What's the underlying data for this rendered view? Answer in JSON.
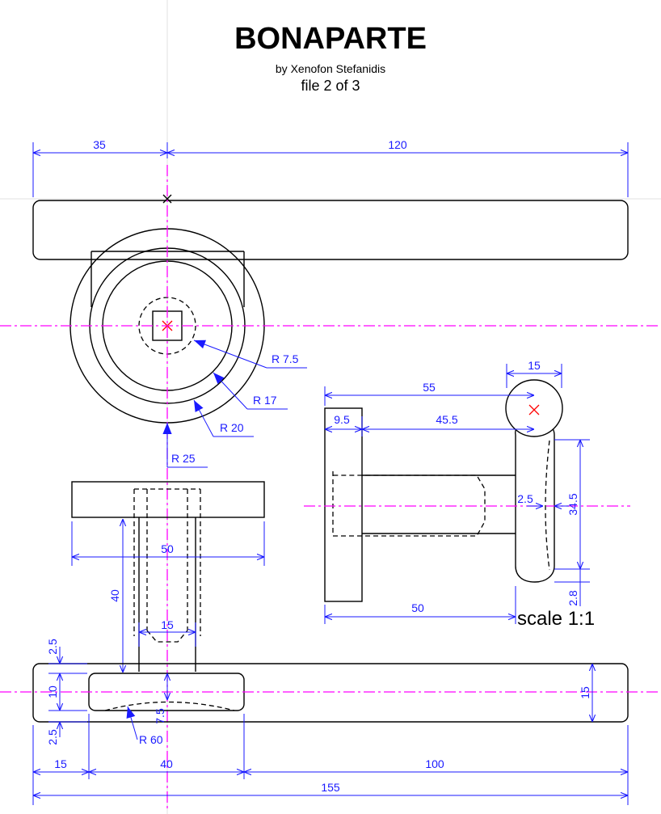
{
  "title": "BONAPARTE",
  "author": "by Xenofon Stefanidis",
  "file_label": "file 2 of 3",
  "scale_label": "scale 1:1",
  "colors": {
    "object_lines": "#000000",
    "dimensions": "#1a1aff",
    "center_lines": "#ff00ff",
    "center_marks": "#ff0000"
  },
  "dimensions": {
    "top_left_width": "35",
    "top_right_width": "120",
    "radius_square": "R 7.5",
    "radius_17": "R 17",
    "radius_20": "R 20",
    "radius_25": "R 25",
    "front_width": "50",
    "front_height": "40",
    "stem_width": "15",
    "side_ball": "15",
    "side_overall": "55",
    "side_plate": "9.5",
    "side_stem": "45.5",
    "side_base": "50",
    "side_gap": "2.5",
    "side_height": "34.5",
    "side_bottom": "2.8",
    "base_top_offset": "2.5",
    "base_slot": "10",
    "base_bottom_offset": "2.5",
    "base_depth": "7.5",
    "base_radius": "R 60",
    "base_height": "15",
    "base_left": "15",
    "base_slot_len": "40",
    "base_right": "100",
    "base_overall": "155"
  }
}
